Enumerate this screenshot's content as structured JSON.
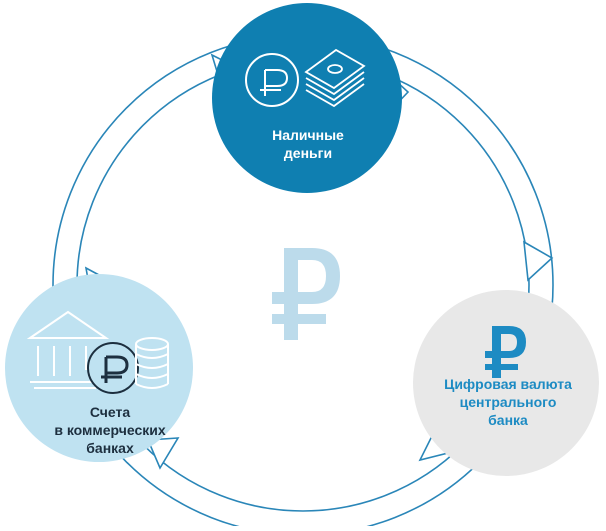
{
  "colors": {
    "ring_stroke": "#2a86b8",
    "cash_circle": "#0f7fb1",
    "accounts_circle": "#bfe2f1",
    "cbdc_circle": "#e8e8e8",
    "center_symbol": "#bcdbeb",
    "cbdc_text": "#1d8bc3",
    "white": "#ffffff",
    "dark_text": "#1d2f3f"
  },
  "center_symbol": {
    "icon": "ruble-sign-icon"
  },
  "nodes": {
    "cash": {
      "label_lines": [
        "Наличные",
        "деньги"
      ],
      "icons": [
        "ruble-coin-icon",
        "banknote-stack-icon"
      ]
    },
    "accounts": {
      "label_lines": [
        "Счета",
        "в коммерческих",
        "банках"
      ],
      "icons": [
        "bank-building-icon",
        "ruble-coin-icon",
        "coin-stack-icon"
      ]
    },
    "cbdc": {
      "label_lines": [
        "Цифровая валюта",
        "центрального",
        "банка"
      ],
      "icons": [
        "digital-ruble-icon"
      ]
    }
  }
}
